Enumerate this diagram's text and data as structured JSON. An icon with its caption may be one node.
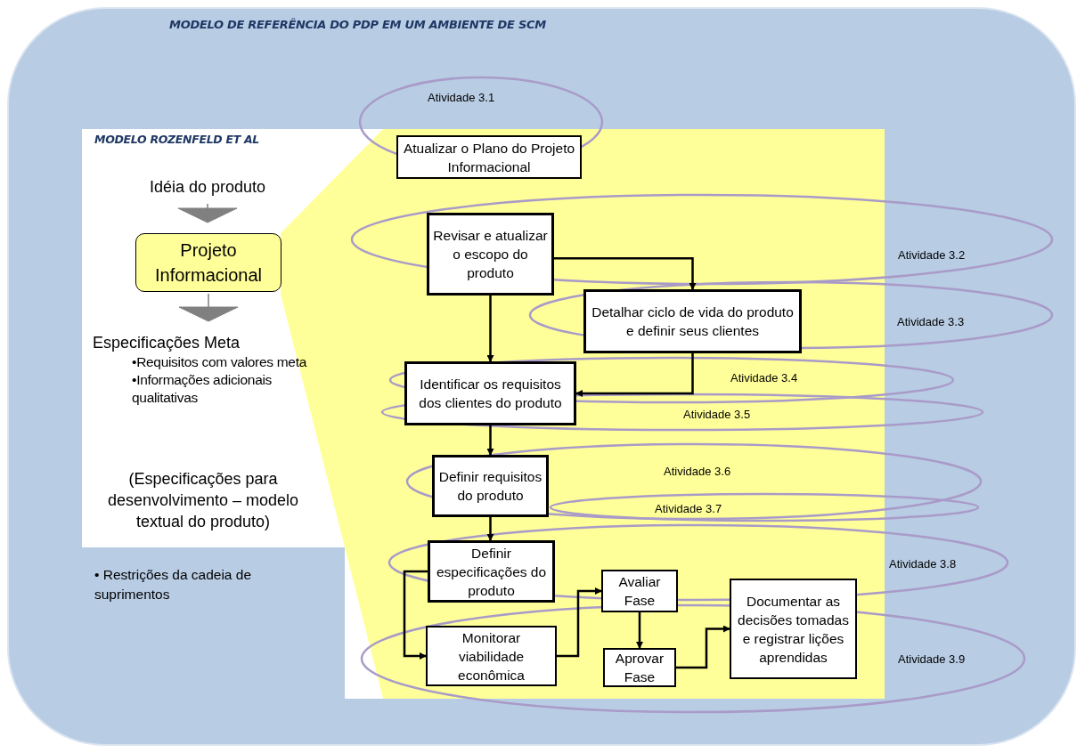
{
  "diagram": {
    "title": "MODELO DE REFERÊNCIA DO PDP EM UM AMBIENTE DE SCM",
    "nodes": [
      {
        "text": [
          "MODELO ROZENFELD ET AL"
        ]
      },
      {
        "text": [
          "Idéia do produto"
        ],
        "in": 0
      },
      {
        "text": [
          "Projeto Informacional"
        ],
        "in": 0
      },
      {
        "text": [
          "Especificações Meta",
          "•Requisitos com valores meta",
          "•Informações adicionais qualitativas"
        ],
        "in": 0
      },
      {
        "text": [
          "• Restrições da cadeia de suprimentos"
        ]
      },
      {
        "text": [
          "Atualizar o Plano do Projeto Informacional"
        ]
      },
      {
        "text": [
          "Revisar e atualizar o escopo do produto"
        ]
      },
      {
        "text": [
          "Detalhar ciclo de vida do produto e definir seus clientes"
        ]
      },
      {
        "text": [
          "Identificar os requisitos dos clientes do produto"
        ]
      },
      {
        "text": [
          "Definir requisitos do produto"
        ]
      },
      {
        "text": [
          "Definir especificações do produto"
        ]
      },
      {
        "text": [
          "Monitorar viabilidade econômica"
        ]
      },
      {
        "text": [
          "Avaliar Fase"
        ]
      },
      {
        "text": [
          "Aprovar Fase"
        ]
      },
      {
        "text": [
          "Documentar as decisões tomadas e registrar lições aprendidas"
        ]
      }
    ],
    "edges": [
      {
        "from": 1,
        "to": 2,
        "arrow": "to",
        "style": "thick",
        "color": "#808080"
      },
      {
        "from": 2,
        "to": 3,
        "arrow": "to",
        "style": "thick",
        "color": "#808080"
      },
      {
        "from": 6,
        "to": 7,
        "arrow": "to"
      },
      {
        "from": 6,
        "to": 8,
        "arrow": "to"
      },
      {
        "from": 7,
        "to": 8,
        "arrow": "to"
      },
      {
        "from": 8,
        "to": 9,
        "arrow": "to"
      },
      {
        "from": 9,
        "to": 10,
        "arrow": "to"
      },
      {
        "from": 10,
        "to": 11,
        "arrow": "to"
      },
      {
        "from": 11,
        "to": 12,
        "arrow": "to"
      },
      {
        "from": 12,
        "to": 13,
        "arrow": "to"
      },
      {
        "from": 13,
        "to": 14,
        "arrow": "to"
      }
    ],
    "labels": [
      "(Especificações para desenvolvimento – modelo textual do produto)",
      "Atividade 3.1",
      "Atividade 3.2",
      "Atividade 3.3",
      "Atividade 3.4",
      "Atividade 3.5",
      "Atividade 3.6",
      "Atividade 3.7",
      "Atividade 3.8",
      "Atividade 3.9"
    ]
  }
}
